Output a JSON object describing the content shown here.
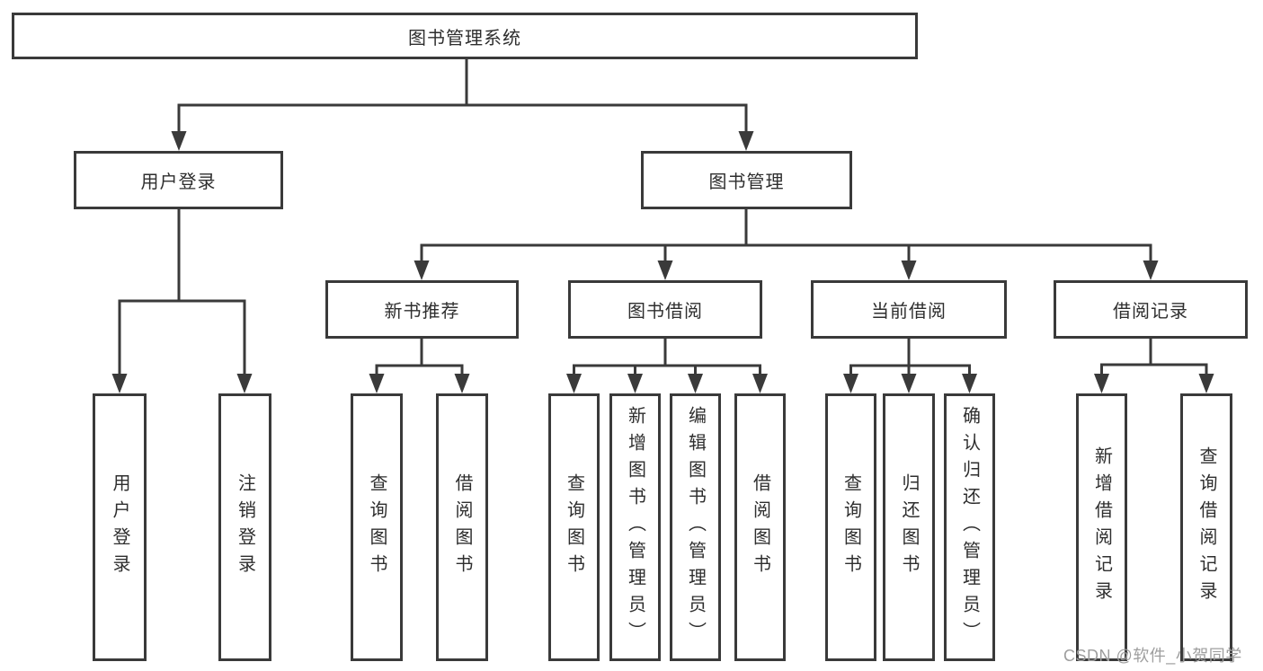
{
  "colors": {
    "line": "#3a3a3a",
    "box_border": "#3a3a3a",
    "text": "#2e2e2e",
    "watermark": "#9e9e9e",
    "background": "#ffffff"
  },
  "watermark": "CSDN @软件_小贺同学",
  "tree": {
    "label": "图书管理系统",
    "children": [
      {
        "label": "用户登录",
        "children": [
          {
            "label": "用户登录"
          },
          {
            "label": "注销登录"
          }
        ]
      },
      {
        "label": "图书管理",
        "children": [
          {
            "label": "新书推荐",
            "children": [
              {
                "label": "查询图书"
              },
              {
                "label": "借阅图书"
              }
            ]
          },
          {
            "label": "图书借阅",
            "children": [
              {
                "label": "查询图书"
              },
              {
                "label": "新增图书（管理员）"
              },
              {
                "label": "编辑图书（管理员）"
              },
              {
                "label": "借阅图书"
              }
            ]
          },
          {
            "label": "当前借阅",
            "children": [
              {
                "label": "查询图书"
              },
              {
                "label": "归还图书"
              },
              {
                "label": "确认归还（管理员）"
              }
            ]
          },
          {
            "label": "借阅记录",
            "children": [
              {
                "label": "新增借阅记录"
              },
              {
                "label": "查询借阅记录"
              }
            ]
          }
        ]
      }
    ]
  }
}
